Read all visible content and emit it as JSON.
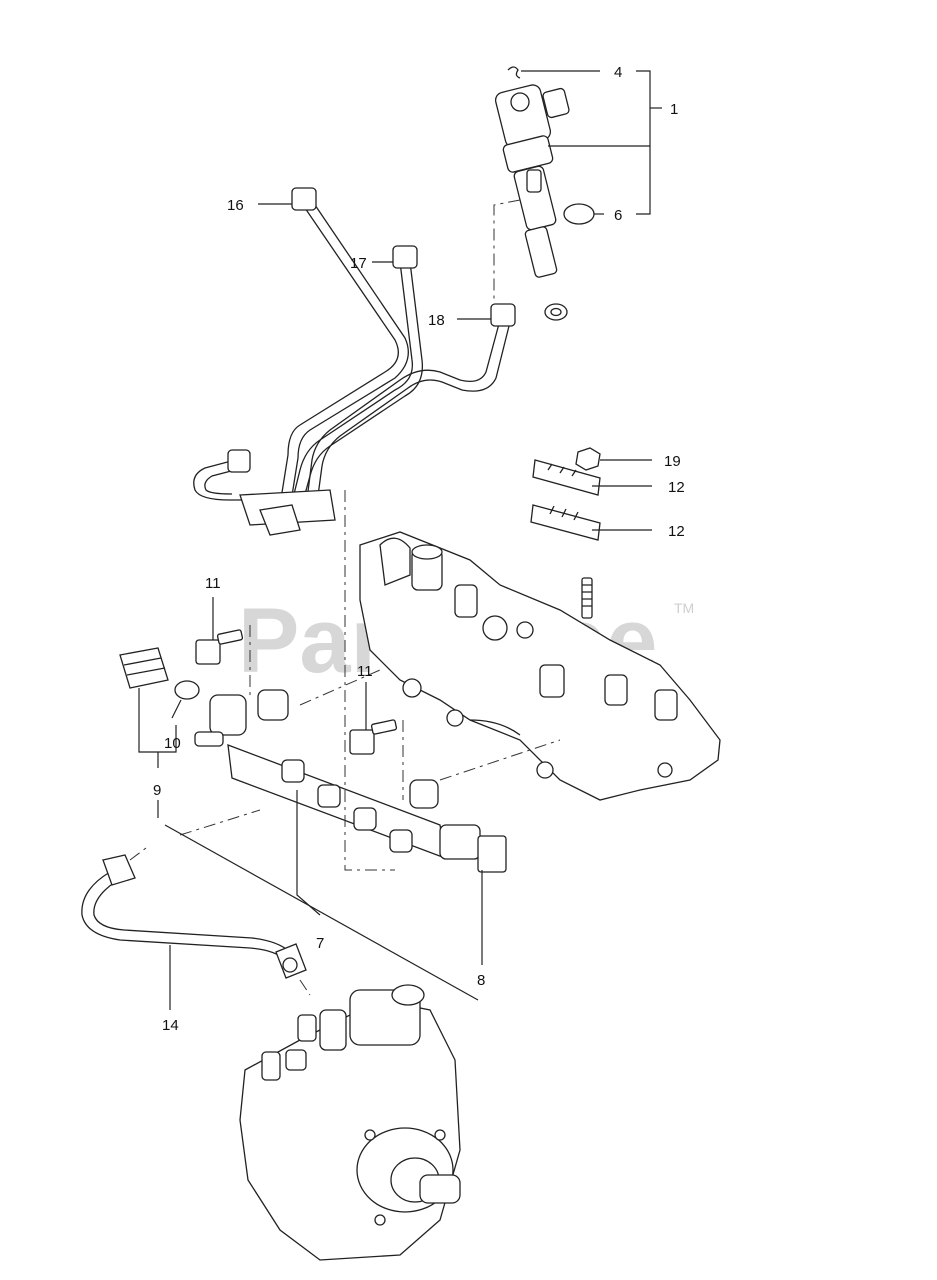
{
  "watermark": {
    "text": "PartsTree",
    "trademark": "TM"
  },
  "callouts": [
    {
      "id": "c4",
      "text": "4"
    },
    {
      "id": "c1",
      "text": "1"
    },
    {
      "id": "c6",
      "text": "6"
    },
    {
      "id": "c16",
      "text": "16"
    },
    {
      "id": "c17",
      "text": "17"
    },
    {
      "id": "c18",
      "text": "18"
    },
    {
      "id": "c19",
      "text": "19"
    },
    {
      "id": "c12a",
      "text": "12"
    },
    {
      "id": "c12b",
      "text": "12"
    },
    {
      "id": "c11a",
      "text": "11"
    },
    {
      "id": "c11b",
      "text": "11"
    },
    {
      "id": "c10",
      "text": "10"
    },
    {
      "id": "c9",
      "text": "9"
    },
    {
      "id": "c7",
      "text": "7"
    },
    {
      "id": "c8",
      "text": "8"
    },
    {
      "id": "c14",
      "text": "14"
    }
  ]
}
